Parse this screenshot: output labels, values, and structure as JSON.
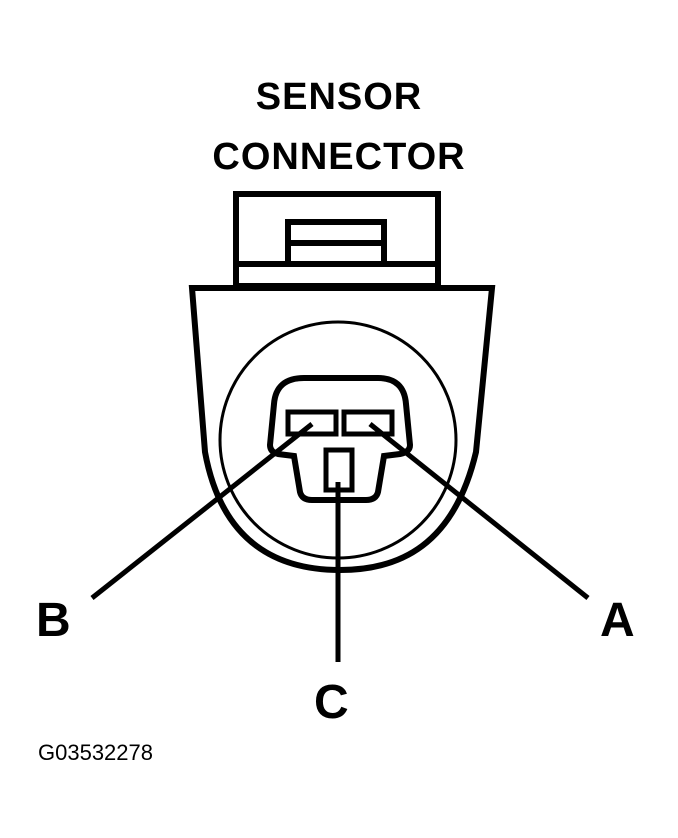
{
  "title": {
    "line1": "SENSOR",
    "line2": "CONNECTOR"
  },
  "pins": {
    "a": "A",
    "b": "B",
    "c": "C"
  },
  "figure_id": "G03532278",
  "colors": {
    "ink": "#000000",
    "background": "#ffffff"
  }
}
